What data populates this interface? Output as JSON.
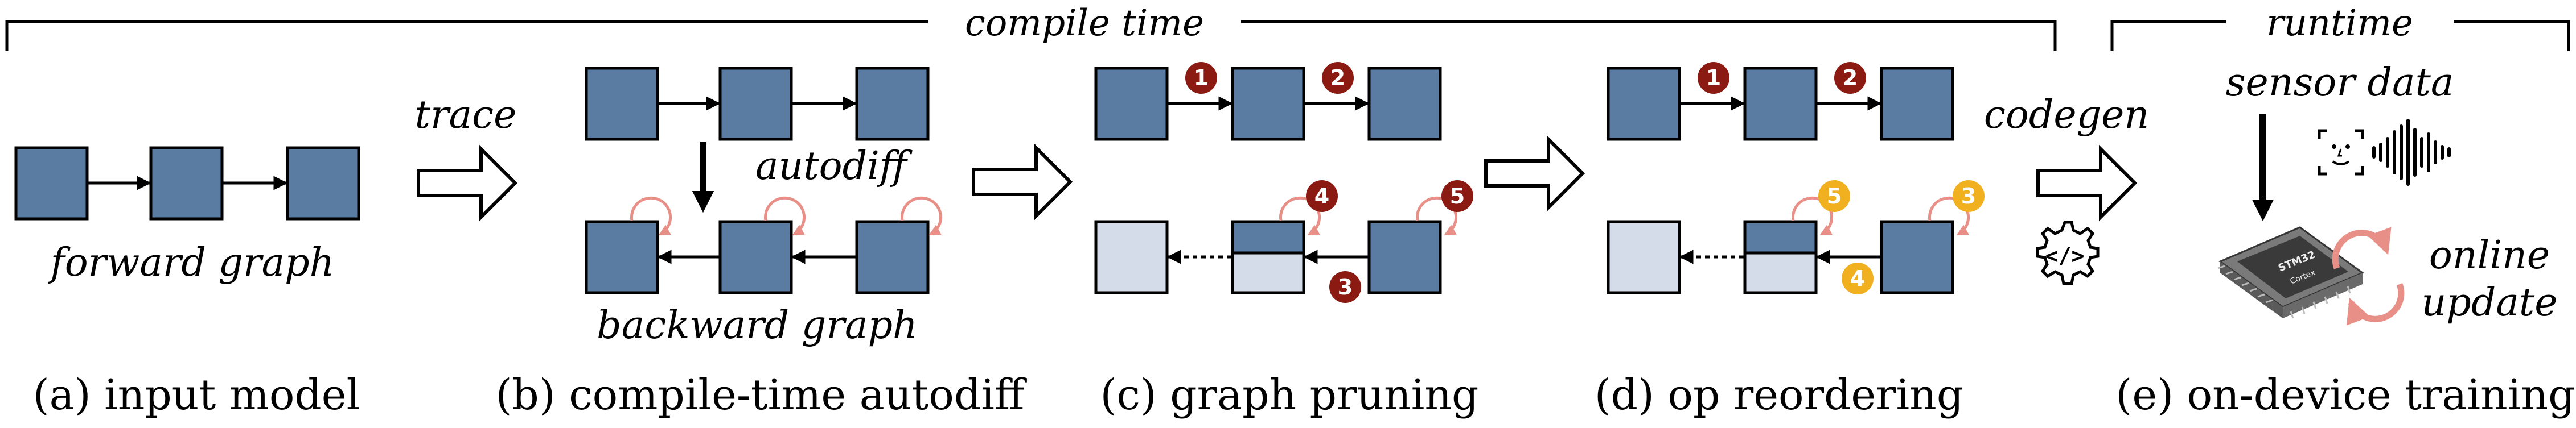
{
  "brackets": {
    "compile_time": "compile time",
    "runtime": "runtime"
  },
  "labels": {
    "trace": "trace",
    "autodiff": "autodiff",
    "forward_graph": "forward graph",
    "backward_graph": "backward graph",
    "codegen": "codegen",
    "sensor_data": "sensor data",
    "online": "online",
    "update": "update",
    "chip_brand": "STM32",
    "chip_core": "Cortex"
  },
  "captions": {
    "a": "(a) input model",
    "b": "(b) compile-time autodiff",
    "c": "(c) graph pruning",
    "d": "(d) op reordering",
    "e": "(e) on-device training"
  },
  "badges": {
    "c_top_1": "1",
    "c_top_2": "2",
    "c_bot_4": "4",
    "c_bot_5": "5",
    "c_bot_3": "3",
    "d_top_1": "1",
    "d_top_2": "2",
    "d_bot_5": "5",
    "d_bot_3": "3",
    "d_bot_4": "4"
  },
  "colors": {
    "node_fill": "#5a7ba2",
    "node_pruned": "#d3dce8",
    "stroke": "#000000",
    "badge_red": "#8b1a12",
    "badge_gold": "#f0b020",
    "loop": "#e89088"
  },
  "icons": [
    "face-scan-icon",
    "waveform-icon",
    "code-gear-icon",
    "microcontroller-icon",
    "refresh-icon"
  ]
}
